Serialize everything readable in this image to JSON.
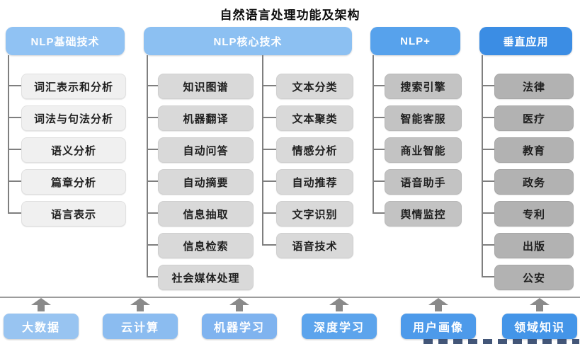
{
  "title": "自然语言处理功能及架构",
  "columns": [
    {
      "header": "NLP基础技术",
      "header_color": "#90c2f3",
      "item_color": "#f0f0f0",
      "item_border": "#e0e0e0",
      "stacks": [
        [
          "词汇表示和分析",
          "词法与句法分析",
          "语义分析",
          "篇章分析",
          "语言表示"
        ]
      ]
    },
    {
      "header": "NLP核心技术",
      "header_color": "#8cc0f2",
      "item_color": "#d9d9d9",
      "item_border": "#cfcfcf",
      "stacks": [
        [
          "知识图谱",
          "机器翻译",
          "自动问答",
          "自动摘要",
          "信息抽取",
          "信息检索",
          "社会媒体处理"
        ],
        [
          "文本分类",
          "文本聚类",
          "情感分析",
          "自动推荐",
          "文字识别",
          "语音技术"
        ]
      ]
    },
    {
      "header": "NLP+",
      "header_color": "#57a2ec",
      "item_color": "#c3c3c3",
      "item_border": "#b8b8b8",
      "stacks": [
        [
          "搜索引擎",
          "智能客服",
          "商业智能",
          "语音助手",
          "舆情监控"
        ]
      ]
    },
    {
      "header": "垂直应用",
      "header_color": "#3b8de4",
      "item_color": "#b2b2b2",
      "item_border": "#a6a6a6",
      "stacks": [
        [
          "法律",
          "医疗",
          "教育",
          "政务",
          "专利",
          "出版",
          "公安"
        ]
      ]
    }
  ],
  "foundation": [
    {
      "label": "大数据",
      "color": "#98c4f1"
    },
    {
      "label": "云计算",
      "color": "#8bbcf0"
    },
    {
      "label": "机器学习",
      "color": "#7fb3ef"
    },
    {
      "label": "深度学习",
      "color": "#5ca4ec"
    },
    {
      "label": "用户画像",
      "color": "#4d9aea"
    },
    {
      "label": "领域知识",
      "color": "#4495e8"
    }
  ],
  "colors": {
    "connector": "#7f7f7f",
    "separator": "#9c9c9c",
    "arrow": "#8a8a8a",
    "watermark": "#2e4369"
  }
}
